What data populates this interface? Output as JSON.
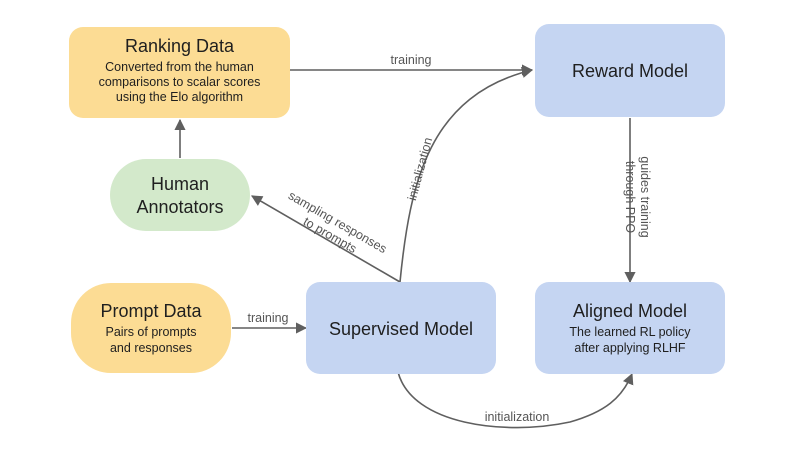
{
  "colors": {
    "yellow": "#fcdc94",
    "green": "#d3e9cb",
    "blue": "#c5d5f2",
    "arrow": "#5f5f5f"
  },
  "nodes": {
    "ranking_data": {
      "title": "Ranking Data",
      "lines": [
        "Converted from the human",
        "comparisons to scalar scores",
        "using the Elo algorithm"
      ]
    },
    "reward_model": {
      "title": "Reward Model"
    },
    "human_annotators": {
      "lines": [
        "Human",
        "Annotators"
      ]
    },
    "prompt_data": {
      "title": "Prompt Data",
      "lines": [
        "Pairs of prompts",
        "and responses"
      ]
    },
    "supervised_model": {
      "title": "Supervised Model"
    },
    "aligned_model": {
      "title": "Aligned Model",
      "lines": [
        "The learned RL policy",
        "after applying RLHF"
      ]
    }
  },
  "edges": {
    "ranking_to_reward": "training",
    "supervised_to_reward": "initialization",
    "reward_to_aligned": [
      "guides training",
      "through PPO"
    ],
    "supervised_to_annotators": [
      "sampling responses",
      "to prompts"
    ],
    "prompt_to_supervised": "training",
    "supervised_to_aligned": "initialization"
  }
}
